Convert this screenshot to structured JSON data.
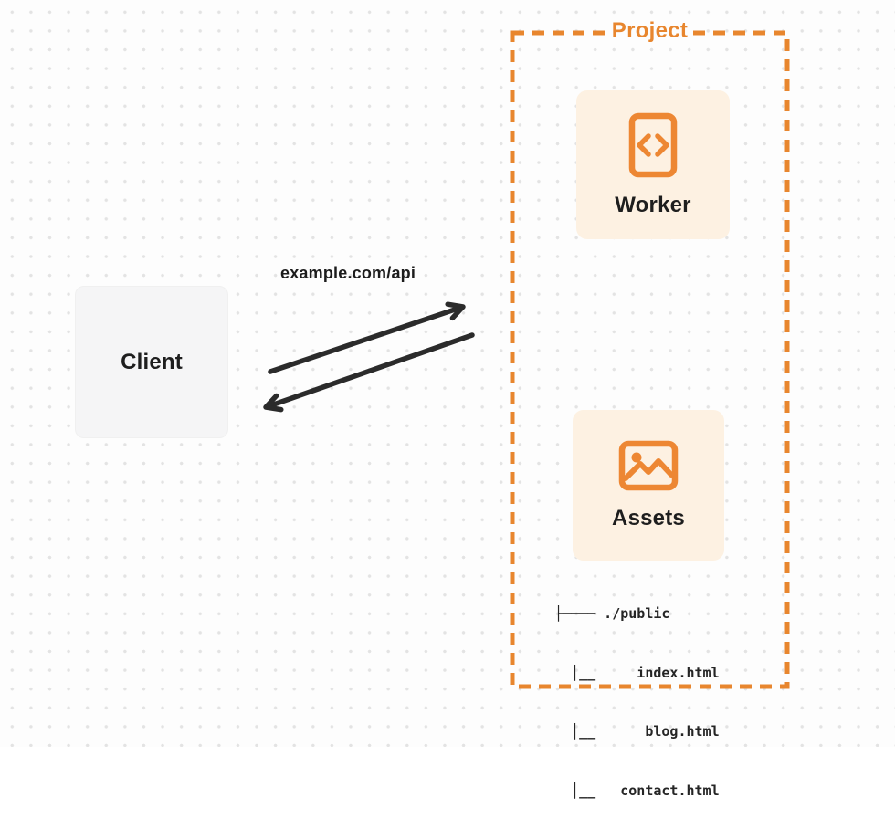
{
  "diagram": {
    "client": {
      "label": "Client"
    },
    "request": {
      "label": "example.com/api"
    },
    "project": {
      "title": "Project",
      "nodes": [
        {
          "label": "Worker",
          "icon": "code-file-icon"
        },
        {
          "label": "Assets",
          "icon": "image-icon"
        }
      ],
      "file_tree": {
        "lines": [
          "├──── ./public",
          "  │__     index.html",
          "  │__      blog.html",
          "  │__   contact.html"
        ]
      }
    },
    "colors": {
      "accent_orange": "#E8862E",
      "card_background": "#FDF1E2",
      "client_background": "#F5F5F6",
      "arrow": "#2B2B2B",
      "text_dark": "#1E1E1E",
      "page_background": "#FDFDFD",
      "dot_grid": "#E3E3E3"
    }
  }
}
